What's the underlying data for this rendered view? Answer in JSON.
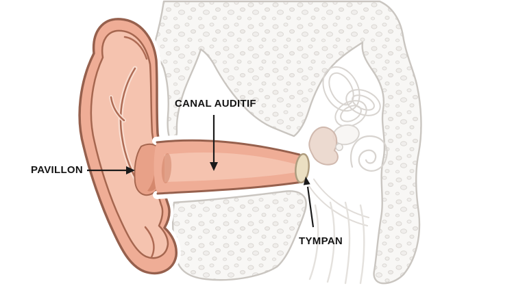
{
  "diagram": {
    "background": "#FFFFFF",
    "labels": [
      {
        "id": "pavillon",
        "text": "PAVILLON"
      },
      {
        "id": "canal_auditif",
        "text": "CANAL AUDITIF"
      },
      {
        "id": "tympan",
        "text": "TYMPAN"
      }
    ],
    "colors": {
      "skin": "#EFAD96",
      "skin_light": "#F5C3AF",
      "skin_outline": "#96604D",
      "skin_shadow": "#D08468",
      "bone_fill": "#F8F7F5",
      "bone_outline": "#C9C5C0",
      "eardrum_fill": "#EBDFC2",
      "eardrum_outline": "#AE9C7E",
      "faint_structure": "#D8D4D0",
      "arrow": "#1A1A1A",
      "label_text": "#141414"
    }
  }
}
